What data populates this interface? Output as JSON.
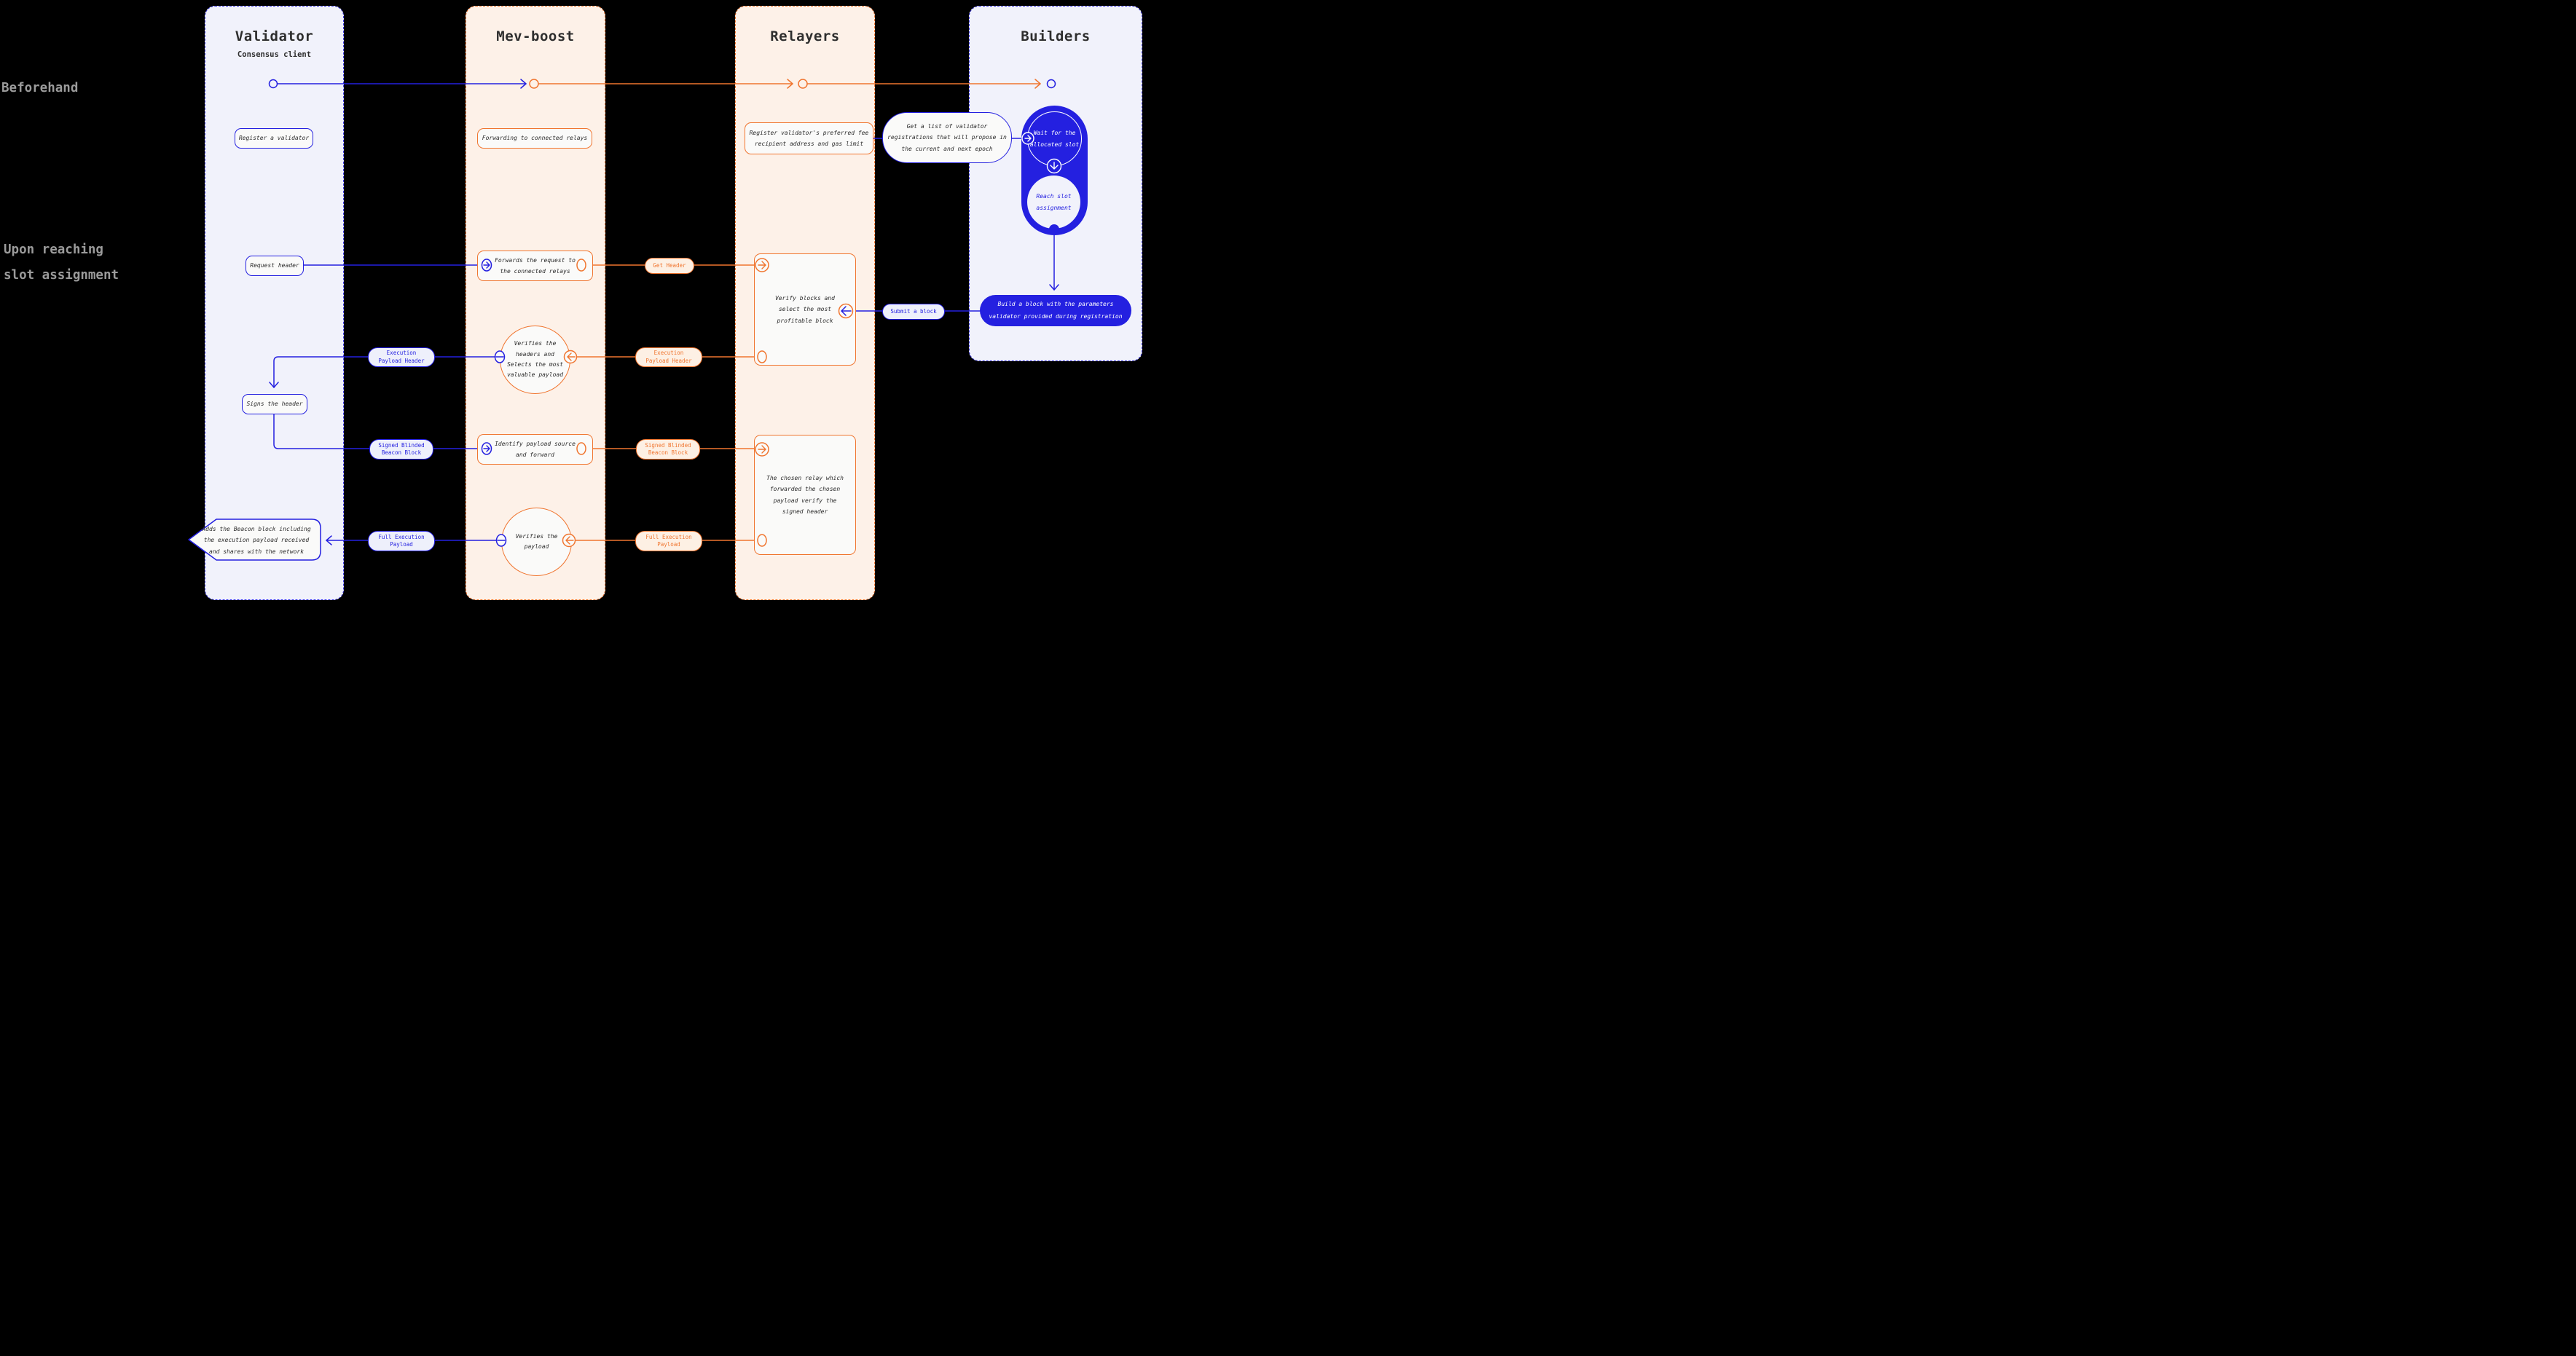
{
  "colors": {
    "blue": "#2420e0",
    "orange": "#f0752f",
    "lavender_column": "#f1f2fb",
    "cream_column": "#fdf1e8",
    "node_fill": "#fafaf9",
    "phase_gray": "#9b9b9b",
    "ink": "#2b2b2b",
    "background": "#000000"
  },
  "phase_labels": {
    "beforehand": "Beforehand",
    "upon_reaching": "Upon reaching\nslot assignment"
  },
  "columns": {
    "validator": {
      "title": "Validator",
      "subtitle": "Consensus client"
    },
    "mevboost": {
      "title": "Mev-boost"
    },
    "relayers": {
      "title": "Relayers"
    },
    "builders": {
      "title": "Builders"
    }
  },
  "nodes": {
    "register_validator": "Register a validator",
    "forwarding_relays": "Forwarding to connected relays",
    "register_fee": "Register validator's preferred fee\nrecipient address and gas limit",
    "get_list": "Get a list of validator\nregistrations that will propose in\nthe current and next epoch",
    "wait_slot": "Wait for the\nallocated slot",
    "reach_slot": "Reach slot\nassignment",
    "request_header": "Request header",
    "forwards_request": "Forwards the request to\nthe connected relays",
    "verify_blocks": "Verify blocks and\nselect the most\nprofitable block",
    "build_block": "Build a block with the parameters\nvalidator provided during registration",
    "verifies_headers": "Verifies the\nheaders and\nSelects the most\nvaluable payload",
    "signs_header": "Signs the header",
    "identify_payload": "Identify payload source\nand forward",
    "chosen_relay": "The chosen relay which\nforwarded the chosen\npayload verify the\nsigned header",
    "adds_beacon": "Adds the Beacon block including\nthe execution payload received\nand shares with the network",
    "verifies_payload": "Verifies the\npayload"
  },
  "badges": {
    "get_header": "Get Header",
    "submit_block": "Submit a block",
    "execution_payload_header_blue": "Execution\nPayload Header",
    "execution_payload_header_orange": "Execution\nPayload Header",
    "signed_blinded_blue": "Signed Blinded\nBeacon Block",
    "signed_blinded_orange": "Signed Blinded\nBeacon Block",
    "full_execution_blue": "Full Execution\nPayload",
    "full_execution_orange": "Full Execution\nPayload"
  }
}
